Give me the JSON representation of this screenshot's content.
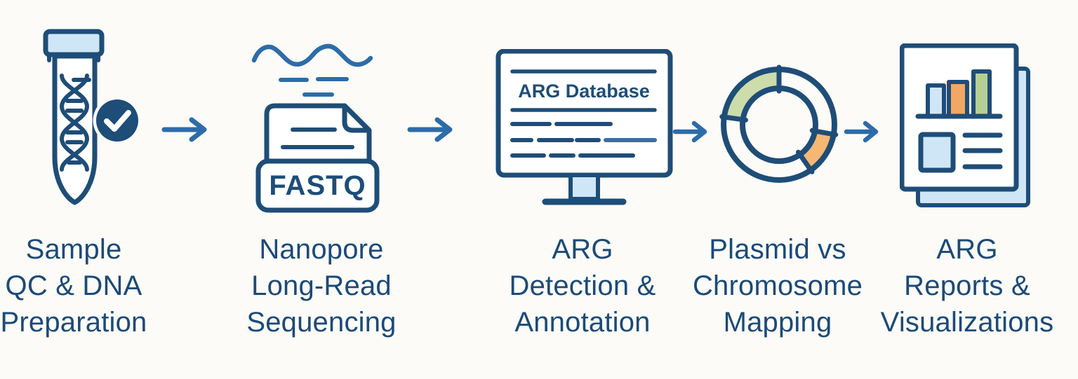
{
  "diagram": {
    "type": "workflow-pipeline",
    "background": "#fcfbf8",
    "colors": {
      "outline_navy": "#1e4d78",
      "text_navy": "#1b4a78",
      "arrow_blue": "#2d6ca8",
      "light_blue_fill": "#cfe6f7",
      "sage_green_fill": "#ccdcab",
      "soft_orange_fill": "#f5b772",
      "bar_orange": "#f2a862",
      "bar_green": "#b6cf94"
    },
    "steps": [
      {
        "id": "sample-qc",
        "icon": "test-tube-dna-check-icon",
        "label_lines": [
          "Sample",
          "QC & DNA",
          "Preparation"
        ]
      },
      {
        "id": "nanopore-sequencing",
        "icon": "fastq-file-icon",
        "icon_text": "FASTQ",
        "label_lines": [
          "Nanopore",
          "Long-Read",
          "Sequencing"
        ]
      },
      {
        "id": "arg-detection",
        "icon": "arg-database-monitor-icon",
        "icon_text": "ARG Database",
        "label_lines": [
          "ARG",
          "Detection &",
          "Annotation"
        ]
      },
      {
        "id": "plasmid-mapping",
        "icon": "donut-chart-icon",
        "label_lines": [
          "Plasmid vs",
          "Chromosome",
          "Mapping"
        ]
      },
      {
        "id": "arg-reports",
        "icon": "reports-document-icon",
        "label_lines": [
          "ARG",
          "Reports &",
          "Visualizations"
        ]
      }
    ],
    "arrow_count": 4
  }
}
